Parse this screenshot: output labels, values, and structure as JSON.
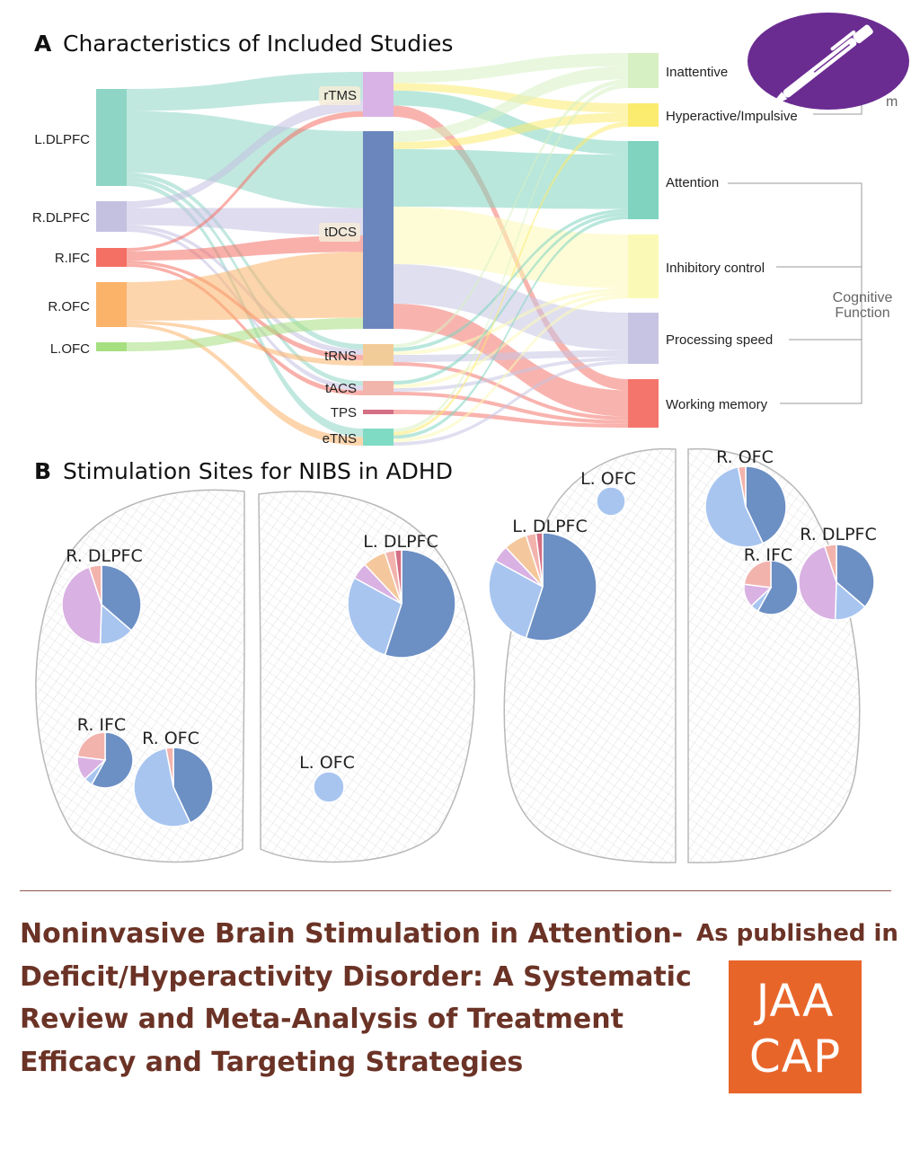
{
  "panel_a": {
    "letter": "A",
    "title": "Characteristics of Included Studies",
    "group_label_line1": "Cognitive",
    "group_label_line2": "Function",
    "hidden_group_fragment": "m"
  },
  "panel_b": {
    "letter": "B",
    "title": "Stimulation Sites for NIBS in ADHD"
  },
  "colors": {
    "L.DLPFC": "#8ed5c5",
    "R.DLPFC": "#c3c0e0",
    "R.IFC": "#f46f64",
    "R.OFC": "#fbb36a",
    "L.OFC": "#a6df80",
    "rTMS": "#d9b3e6",
    "tDCS": "#6b86bd",
    "tRNS": "#f2cc98",
    "tACS": "#f2b5ac",
    "TPS": "#d46f84",
    "eTNS": "#7fdbc3",
    "Inattentive": "#d7f0c3",
    "Hyperactive/Impulsive": "#fbeb6f",
    "Attention": "#7fd3bf",
    "Inhibitory control": "#fbf9b6",
    "Processing speed": "#c7c4e3",
    "Working memory": "#f4756c",
    "pie_tDCS": "#6c8fc4",
    "pie_rTMS": "#a8c5f0",
    "pie_other1": "#d9b1e3",
    "pie_other2": "#f4c89c",
    "pie_other3": "#f3b3ad",
    "pie_other4": "#d46f84",
    "logo_purple": "#6a2c91",
    "title_brown": "#6b3326",
    "journal_orange": "#e8652a"
  },
  "chart_data": {
    "type": "sankey",
    "title": "Characteristics of Included Studies",
    "nodes": [
      {
        "name": "L.DLPFC",
        "label": "L.DLPFC",
        "column": "site",
        "value": 22
      },
      {
        "name": "R.DLPFC",
        "label": "R.DLPFC",
        "column": "site",
        "value": 9
      },
      {
        "name": "R.IFC",
        "label": "R.IFC",
        "column": "site",
        "value": 6
      },
      {
        "name": "R.OFC",
        "label": "R.OFC",
        "column": "site",
        "value": 14
      },
      {
        "name": "L.OFC",
        "label": "L.OFC",
        "column": "site",
        "value": 2
      },
      {
        "name": "rTMS",
        "label": "rTMS",
        "column": "modality",
        "value": 12
      },
      {
        "name": "tDCS",
        "label": "tDCS",
        "column": "modality",
        "value": 55
      },
      {
        "name": "tRNS",
        "label": "tRNS",
        "column": "modality",
        "value": 6
      },
      {
        "name": "tACS",
        "label": "tACS",
        "column": "modality",
        "value": 4
      },
      {
        "name": "TPS",
        "label": "TPS",
        "column": "modality",
        "value": 1
      },
      {
        "name": "eTNS",
        "label": "eTNS",
        "column": "modality",
        "value": 5
      },
      {
        "name": "Inattentive",
        "label": "Inattentive",
        "column": "outcome",
        "value": 10
      },
      {
        "name": "Hyperactive/Impulsive",
        "label": "Hyperactive/Impulsive",
        "column": "outcome",
        "value": 7
      },
      {
        "name": "Attention",
        "label": "Attention",
        "column": "outcome",
        "value": 24
      },
      {
        "name": "Inhibitory control",
        "label": "Inhibitory control",
        "column": "outcome",
        "value": 20
      },
      {
        "name": "Processing speed",
        "label": "Processing speed",
        "column": "outcome",
        "value": 16
      },
      {
        "name": "Working memory",
        "label": "Working memory",
        "column": "outcome",
        "value": 15
      }
    ],
    "links": [
      {
        "source": "L.DLPFC",
        "target": "rTMS",
        "value": 5
      },
      {
        "source": "L.DLPFC",
        "target": "tDCS",
        "value": 14
      },
      {
        "source": "L.DLPFC",
        "target": "tRNS",
        "value": 1
      },
      {
        "source": "L.DLPFC",
        "target": "tACS",
        "value": 1
      },
      {
        "source": "L.DLPFC",
        "target": "eTNS",
        "value": 1
      },
      {
        "source": "R.DLPFC",
        "target": "rTMS",
        "value": 2
      },
      {
        "source": "R.DLPFC",
        "target": "tDCS",
        "value": 5
      },
      {
        "source": "R.DLPFC",
        "target": "tRNS",
        "value": 1
      },
      {
        "source": "R.DLPFC",
        "target": "tACS",
        "value": 1
      },
      {
        "source": "R.IFC",
        "target": "rTMS",
        "value": 1
      },
      {
        "source": "R.IFC",
        "target": "tDCS",
        "value": 3
      },
      {
        "source": "R.IFC",
        "target": "tRNS",
        "value": 1
      },
      {
        "source": "R.IFC",
        "target": "tACS",
        "value": 1
      },
      {
        "source": "R.OFC",
        "target": "tDCS",
        "value": 12
      },
      {
        "source": "R.OFC",
        "target": "tRNS",
        "value": 1
      },
      {
        "source": "R.OFC",
        "target": "eTNS",
        "value": 1
      },
      {
        "source": "L.OFC",
        "target": "tDCS",
        "value": 2
      },
      {
        "source": "rTMS",
        "target": "Inattentive",
        "value": 3
      },
      {
        "source": "rTMS",
        "target": "Hyperactive/Impulsive",
        "value": 2
      },
      {
        "source": "rTMS",
        "target": "Attention",
        "value": 4
      },
      {
        "source": "rTMS",
        "target": "Working memory",
        "value": 3
      },
      {
        "source": "tDCS",
        "target": "Inattentive",
        "value": 3
      },
      {
        "source": "tDCS",
        "target": "Hyperactive/Impulsive",
        "value": 2
      },
      {
        "source": "tDCS",
        "target": "Attention",
        "value": 16
      },
      {
        "source": "tDCS",
        "target": "Inhibitory control",
        "value": 16
      },
      {
        "source": "tDCS",
        "target": "Processing speed",
        "value": 11
      },
      {
        "source": "tDCS",
        "target": "Working memory",
        "value": 7
      },
      {
        "source": "tRNS",
        "target": "Inattentive",
        "value": 1
      },
      {
        "source": "tRNS",
        "target": "Attention",
        "value": 1
      },
      {
        "source": "tRNS",
        "target": "Inhibitory control",
        "value": 1
      },
      {
        "source": "tRNS",
        "target": "Processing speed",
        "value": 2
      },
      {
        "source": "tRNS",
        "target": "Working memory",
        "value": 1
      },
      {
        "source": "tACS",
        "target": "Attention",
        "value": 1
      },
      {
        "source": "tACS",
        "target": "Inhibitory control",
        "value": 1
      },
      {
        "source": "tACS",
        "target": "Processing speed",
        "value": 1
      },
      {
        "source": "tACS",
        "target": "Working memory",
        "value": 1
      },
      {
        "source": "TPS",
        "target": "Working memory",
        "value": 1
      },
      {
        "source": "eTNS",
        "target": "Inattentive",
        "value": 1
      },
      {
        "source": "eTNS",
        "target": "Hyperactive/Impulsive",
        "value": 1
      },
      {
        "source": "eTNS",
        "target": "Attention",
        "value": 1
      },
      {
        "source": "eTNS",
        "target": "Inhibitory control",
        "value": 1
      },
      {
        "source": "eTNS",
        "target": "Processing speed",
        "value": 1
      }
    ],
    "outcome_group": {
      "label": "Cognitive Function",
      "members": [
        "Attention",
        "Inhibitory control",
        "Processing speed",
        "Working memory"
      ]
    }
  },
  "pie_charts": [
    {
      "label": "R. DLPFC",
      "view": "coronal",
      "slices": [
        {
          "color_key": "pie_tDCS",
          "value": 36
        },
        {
          "color_key": "pie_rTMS",
          "value": 14
        },
        {
          "color_key": "pie_other1",
          "value": 44
        },
        {
          "color_key": "pie_other3",
          "value": 5
        }
      ]
    },
    {
      "label": "L. DLPFC",
      "view": "coronal",
      "slices": [
        {
          "color_key": "pie_tDCS",
          "value": 55
        },
        {
          "color_key": "pie_rTMS",
          "value": 28
        },
        {
          "color_key": "pie_other1",
          "value": 5
        },
        {
          "color_key": "pie_other2",
          "value": 7
        },
        {
          "color_key": "pie_other3",
          "value": 3
        },
        {
          "color_key": "pie_other4",
          "value": 2
        }
      ]
    },
    {
      "label": "R. IFC",
      "view": "coronal",
      "slices": [
        {
          "color_key": "pie_tDCS",
          "value": 58
        },
        {
          "color_key": "pie_rTMS",
          "value": 5
        },
        {
          "color_key": "pie_other1",
          "value": 14
        },
        {
          "color_key": "pie_other3",
          "value": 23
        }
      ]
    },
    {
      "label": "R. OFC",
      "view": "coronal",
      "slices": [
        {
          "color_key": "pie_tDCS",
          "value": 43
        },
        {
          "color_key": "pie_rTMS",
          "value": 54
        },
        {
          "color_key": "pie_other3",
          "value": 3
        }
      ]
    },
    {
      "label": "L. OFC",
      "view": "coronal",
      "slices": [
        {
          "color_key": "pie_rTMS",
          "value": 100
        }
      ]
    },
    {
      "label": "L. OFC",
      "view": "axial",
      "slices": [
        {
          "color_key": "pie_rTMS",
          "value": 100
        }
      ]
    },
    {
      "label": "L. DLPFC",
      "view": "axial",
      "slices": [
        {
          "color_key": "pie_tDCS",
          "value": 55
        },
        {
          "color_key": "pie_rTMS",
          "value": 28
        },
        {
          "color_key": "pie_other1",
          "value": 5
        },
        {
          "color_key": "pie_other2",
          "value": 7
        },
        {
          "color_key": "pie_other3",
          "value": 3
        },
        {
          "color_key": "pie_other4",
          "value": 2
        }
      ]
    },
    {
      "label": "R. OFC",
      "view": "axial",
      "slices": [
        {
          "color_key": "pie_tDCS",
          "value": 43
        },
        {
          "color_key": "pie_rTMS",
          "value": 54
        },
        {
          "color_key": "pie_other3",
          "value": 3
        }
      ]
    },
    {
      "label": "R. IFC",
      "view": "axial",
      "slices": [
        {
          "color_key": "pie_tDCS",
          "value": 58
        },
        {
          "color_key": "pie_rTMS",
          "value": 5
        },
        {
          "color_key": "pie_other1",
          "value": 14
        },
        {
          "color_key": "pie_other3",
          "value": 23
        }
      ]
    },
    {
      "label": "R. DLPFC",
      "view": "axial",
      "slices": [
        {
          "color_key": "pie_tDCS",
          "value": 36
        },
        {
          "color_key": "pie_rTMS",
          "value": 14
        },
        {
          "color_key": "pie_other1",
          "value": 44
        },
        {
          "color_key": "pie_other3",
          "value": 5
        }
      ]
    }
  ],
  "footer": {
    "title": "Noninvasive Brain Stimulation in Attention-Deficit/Hyperactivity Disorder: A Systematic Review and Meta-Analysis of Treatment Efficacy and Targeting Strategies",
    "published_label": "As published in",
    "journal_logo_top": "JAA",
    "journal_logo_bottom": "CAP"
  },
  "badge": {
    "icon": "pen-icon"
  }
}
